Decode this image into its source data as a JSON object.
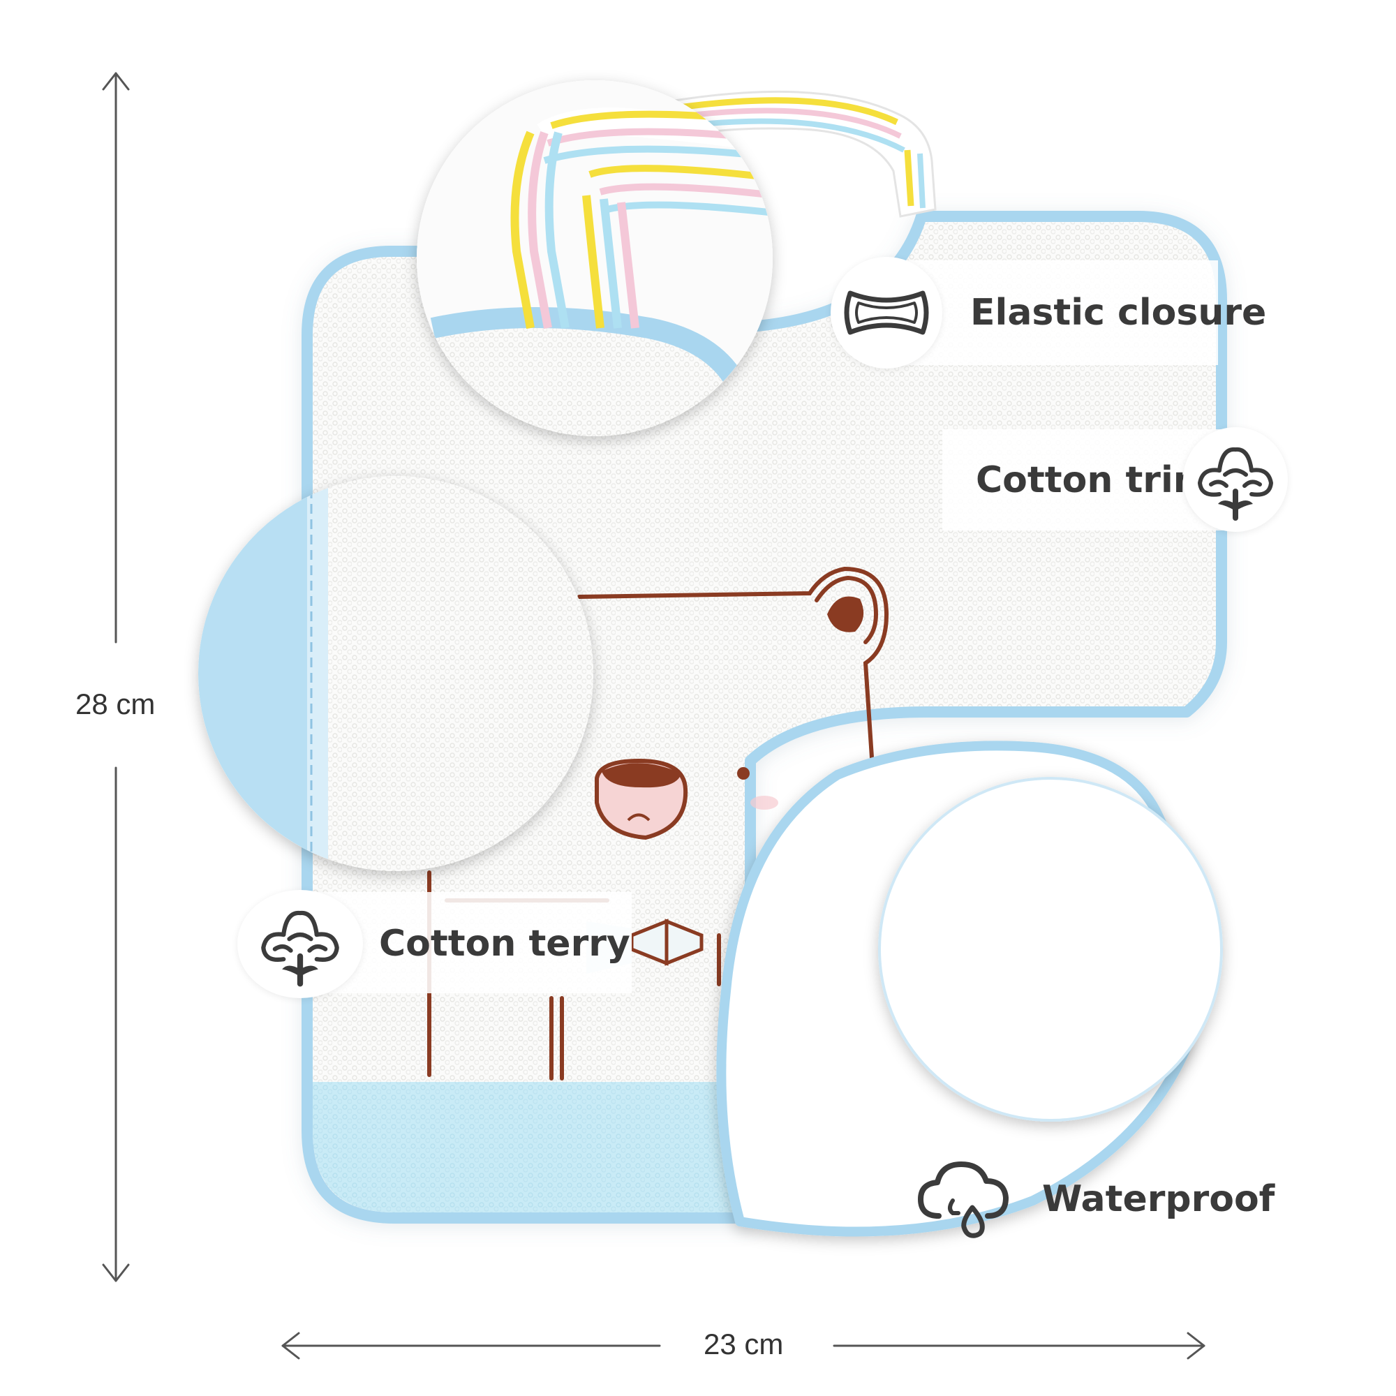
{
  "dimensions": {
    "height_label": "28 cm",
    "width_label": "23 cm"
  },
  "features": {
    "elastic_closure": {
      "label": "Elastic closure",
      "icon": "elastic-band-icon"
    },
    "cotton_trim": {
      "label": "Cotton trim",
      "icon": "cotton-plant-icon"
    },
    "cotton_terry": {
      "label": "Cotton terry",
      "icon": "cotton-plant-icon"
    },
    "waterproof": {
      "label": "Waterproof",
      "icon": "cloud-raindrop-icon"
    }
  },
  "colors": {
    "trim_blue": "#a9d6ef",
    "stitch_brown": "#8a3b22",
    "strap_yellow": "#f5df3c",
    "strap_pink": "#f4c8d8",
    "strap_blue": "#aee0f2",
    "icon_dark": "#3b3b3b"
  }
}
